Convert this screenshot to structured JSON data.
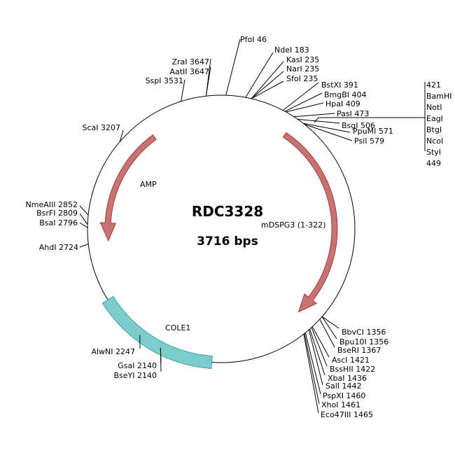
{
  "plasmid": {
    "name": "RDC3328",
    "size_label": "3716 bps",
    "length_bp": 3716
  },
  "colors": {
    "arrow_fill": "#c57373",
    "arrow_stroke": "#a83a3a",
    "cole1_fill": "#7ccccc",
    "cole1_stroke": "#3aa6a6"
  },
  "features": [
    {
      "id": "amp",
      "label": "AMP",
      "type": "arrow"
    },
    {
      "id": "mdspg3",
      "label": "mDSPG3 (1-322)",
      "type": "arrow"
    },
    {
      "id": "cole1",
      "label": "COLE1",
      "type": "band"
    }
  ],
  "sites": [
    {
      "id": "pfoi",
      "label": "PfoI 46"
    },
    {
      "id": "ndei",
      "label": "NdeI 183"
    },
    {
      "id": "kasi",
      "label": "KasI 235"
    },
    {
      "id": "nari",
      "label": "NarI 235"
    },
    {
      "id": "sfoi",
      "label": "SfoI 235"
    },
    {
      "id": "bstxi",
      "label": "BstXI 391"
    },
    {
      "id": "bmgbi",
      "label": "BmgBI 404"
    },
    {
      "id": "hpai",
      "label": "HpaI 409"
    },
    {
      "id": "pasi",
      "label": "PasI 473"
    },
    {
      "id": "bsgi",
      "label": "BsgI 506"
    },
    {
      "id": "ppumi",
      "label": "PpuMI 571"
    },
    {
      "id": "psii",
      "label": "PsiI 579"
    },
    {
      "id": "bbvci",
      "label": "BbvCI 1356"
    },
    {
      "id": "bpu10i",
      "label": "Bpu10I 1356"
    },
    {
      "id": "bseri",
      "label": "BseRI 1367"
    },
    {
      "id": "asci",
      "label": "AscI 1421"
    },
    {
      "id": "bsshii",
      "label": "BssHII 1422"
    },
    {
      "id": "xbai",
      "label": "XbaI 1436"
    },
    {
      "id": "sali",
      "label": "SalI 1442"
    },
    {
      "id": "pspxi",
      "label": "PspXI 1460"
    },
    {
      "id": "xhoi",
      "label": "XhoI 1461"
    },
    {
      "id": "eco47iii",
      "label": "Eco47III 1465"
    },
    {
      "id": "gsai",
      "label": "GsaI 2140"
    },
    {
      "id": "bseyi",
      "label": "BseYI 2140"
    },
    {
      "id": "alwni",
      "label": "AlwNI 2247"
    },
    {
      "id": "ahdi",
      "label": "AhdI 2724"
    },
    {
      "id": "bsai",
      "label": "BsaI 2796"
    },
    {
      "id": "bsrfi",
      "label": "BsrFI 2809"
    },
    {
      "id": "nmeaiii",
      "label": "NmeAIII 2852"
    },
    {
      "id": "scai",
      "label": "ScaI 3207"
    },
    {
      "id": "sspi",
      "label": "SspI 3531"
    },
    {
      "id": "aatii",
      "label": "AatII 3647"
    },
    {
      "id": "zrai",
      "label": "ZraI 3647"
    }
  ],
  "site_group": {
    "start_label": "421",
    "end_label": "449",
    "enzymes": [
      "BamHI",
      "NotI",
      "EagI",
      "BtgI",
      "NcoI",
      "StyI"
    ]
  }
}
